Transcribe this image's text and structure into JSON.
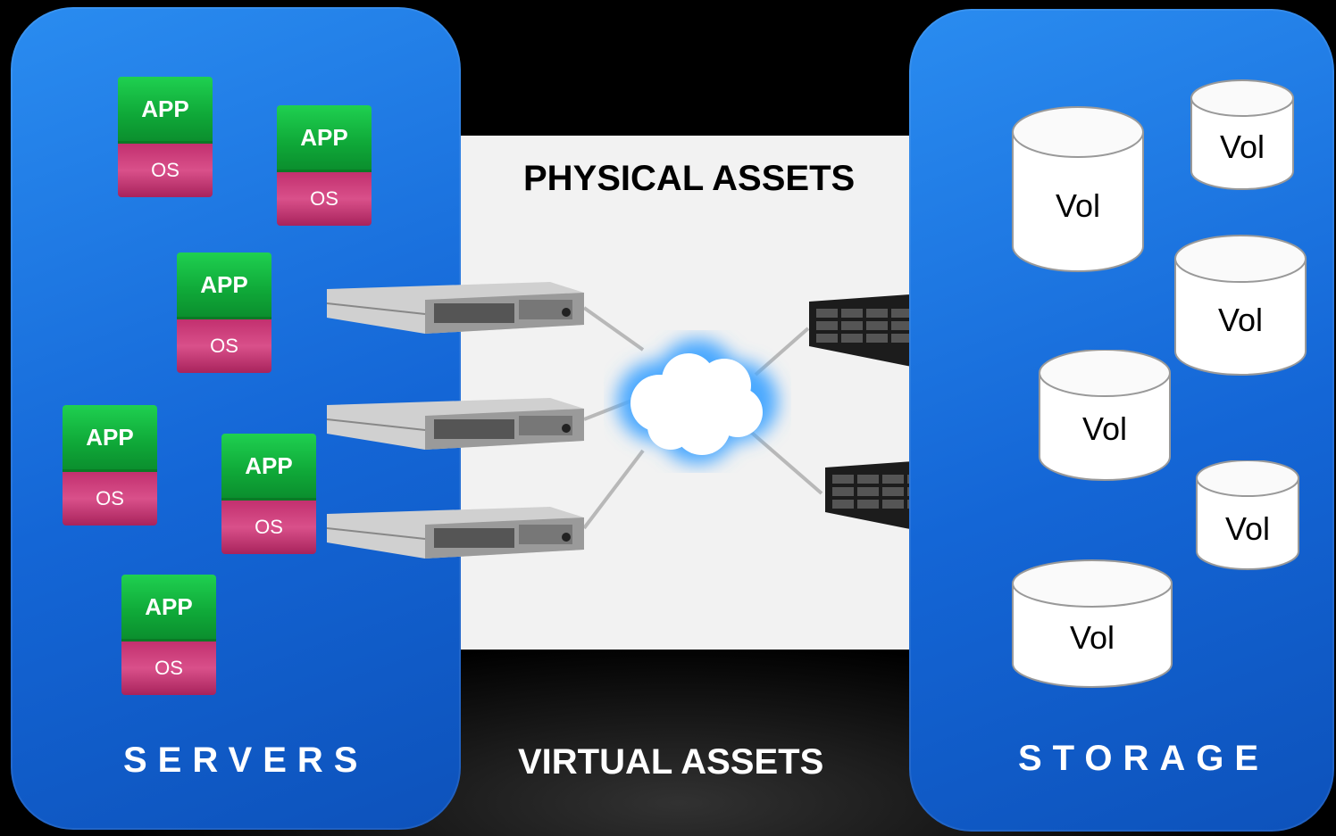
{
  "servers": {
    "title": "SERVERS",
    "stacks": [
      {
        "app": "APP",
        "os": "OS"
      },
      {
        "app": "APP",
        "os": "OS"
      },
      {
        "app": "APP",
        "os": "OS"
      },
      {
        "app": "APP",
        "os": "OS"
      },
      {
        "app": "APP",
        "os": "OS"
      },
      {
        "app": "APP",
        "os": "OS"
      }
    ]
  },
  "center": {
    "physical_title": "PHYSICAL ASSETS",
    "virtual_title": "VIRTUAL ASSETS"
  },
  "storage": {
    "title": "STORAGE",
    "volumes": [
      "Vol",
      "Vol",
      "Vol",
      "Vol",
      "Vol",
      "Vol"
    ]
  },
  "colors": {
    "panel_blue": "#1a74e0",
    "app_green": "#14b840",
    "os_magenta": "#c83a78",
    "cloud_glow": "#4aa8ff"
  },
  "icons": [
    "rack-server-icon",
    "storage-array-icon",
    "network-cloud-icon",
    "volume-cylinder-icon"
  ]
}
